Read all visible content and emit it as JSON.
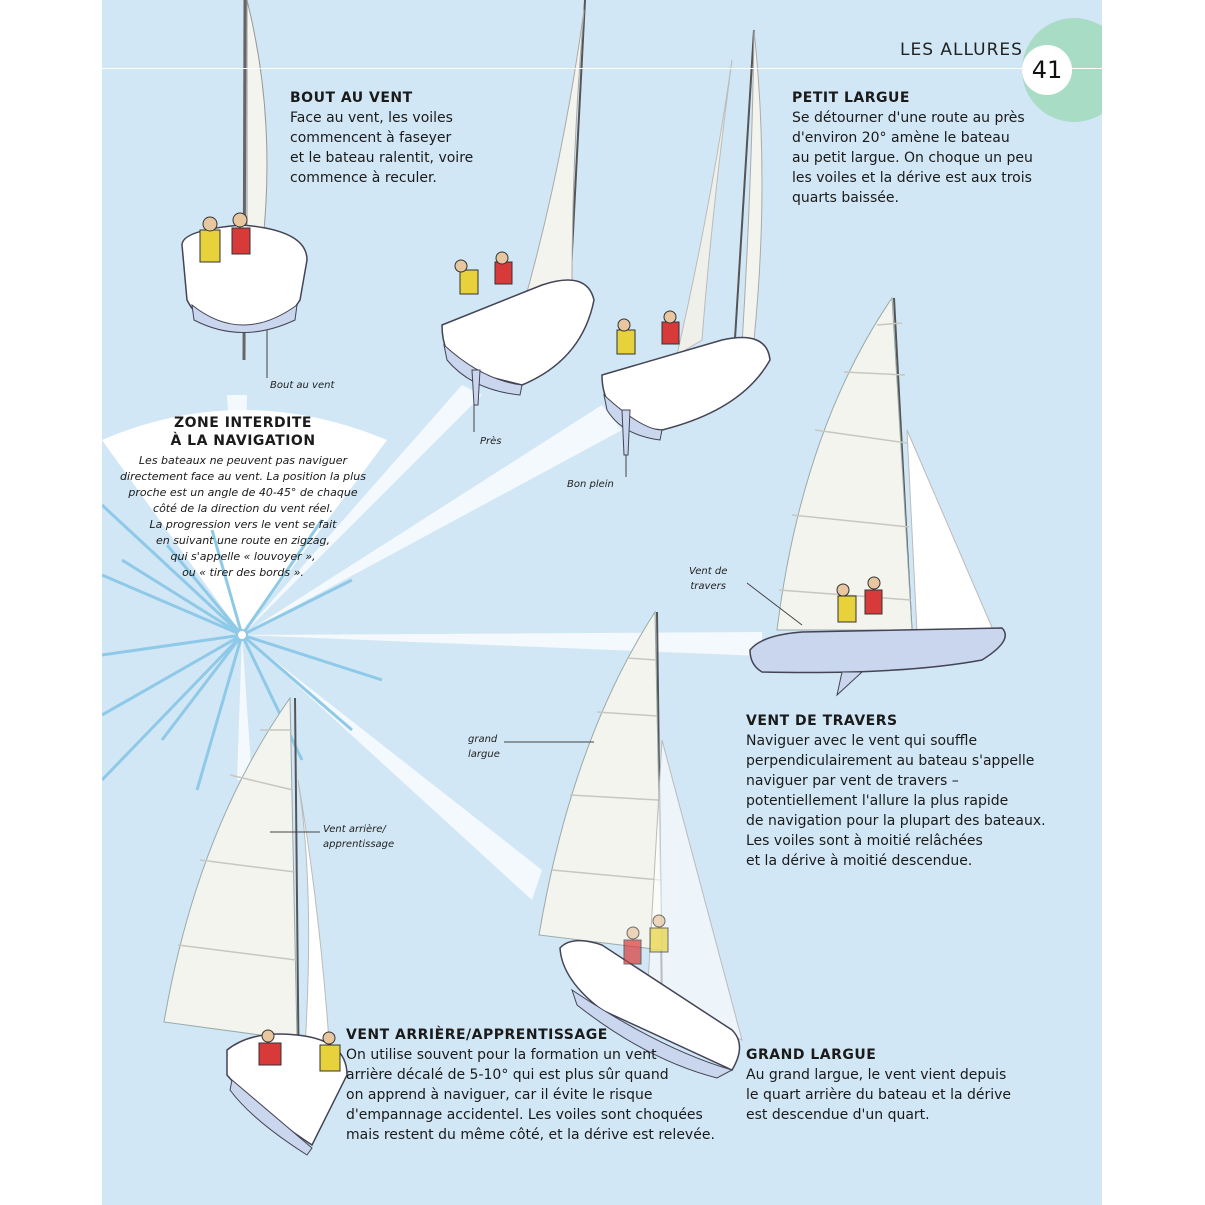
{
  "header": {
    "chapter_title": "LES ALLURES",
    "page_number": "41"
  },
  "zone": {
    "title": "ZONE INTERDITE\nÀ LA NAVIGATION",
    "text": "Les bateaux ne peuvent pas naviguer\ndirectement face au vent. La position la plus\nproche est un angle de 40-45° de chaque\ncôté de la direction du vent réel.\nLa progression vers le vent se fait\nen suivant une route en zigzag,\nqui s'appelle « louvoyer »,\nou « tirer des bords »."
  },
  "sections": {
    "bout_au_vent": {
      "title": "BOUT AU VENT",
      "text": "Face au vent, les voiles\ncommencent à faseyer\net le bateau ralentit, voire\ncommence à reculer."
    },
    "petit_largue": {
      "title": "PETIT LARGUE",
      "text": "Se détourner d'une route au près\nd'environ 20° amène le bateau\nau petit largue. On choque un peu\nles voiles et la dérive est aux trois\nquarts baissée."
    },
    "vent_de_travers": {
      "title": "VENT DE TRAVERS",
      "text": "Naviguer avec le vent qui souffle\nperpendiculairement au bateau s'appelle\nnaviguer par vent de travers –\npotentiellement l'allure la plus rapide\nde navigation pour la plupart des bateaux.\nLes voiles sont à moitié relâchées\net la dérive à moitié descendue."
    },
    "grand_largue": {
      "title": "GRAND LARGUE",
      "text": "Au grand largue, le vent vient depuis\nle quart arrière du bateau et la dérive\nest descendue d'un quart."
    },
    "vent_arriere": {
      "title": "VENT ARRIÈRE/APPRENTISSAGE",
      "text": "On utilise souvent pour la formation un vent\narrière décalé de 5-10° qui est plus sûr quand\non apprend à naviguer, car il évite le risque\nd'empannage accidentel. Les voiles sont choquées\nmais restent du même côté, et la dérive est relevée."
    }
  },
  "labels": {
    "bout_au_vent": "Bout au vent",
    "pres": "Près",
    "bon_plein": "Bon plein",
    "vent_de_travers": "Vent de\ntravers",
    "grand_largue": "grand\nlargue",
    "vent_arriere": "Vent arrière/\napprentissage"
  },
  "colors": {
    "page_background": "#d2e7f5",
    "hull": "#c9d6ee",
    "sail": "#f4f4ee",
    "rays": "#8fc9e8",
    "page_number_badge": "#a8dcc4"
  },
  "icons": [
    "sailboat-illustration",
    "wind-compass-rays"
  ]
}
